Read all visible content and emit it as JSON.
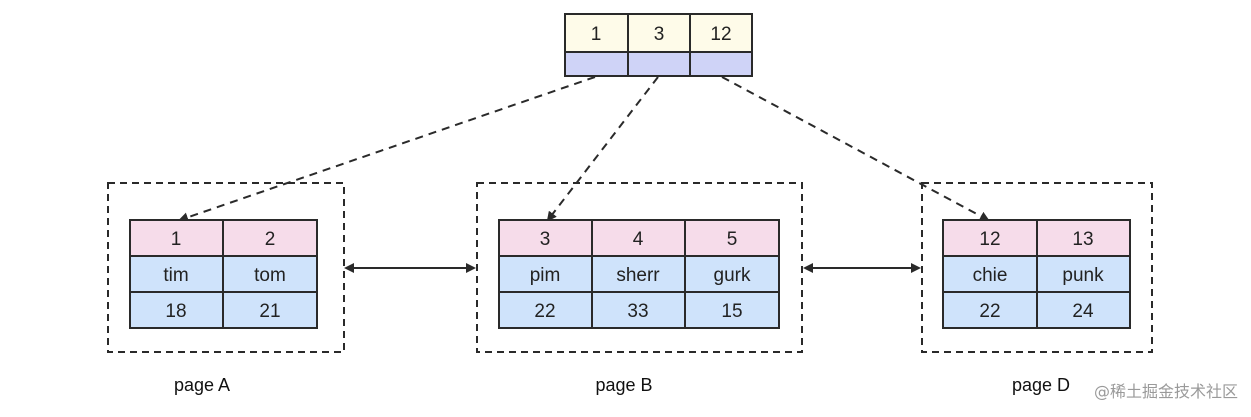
{
  "colors": {
    "root_key_fill": "#fefbe9",
    "root_ptr_fill": "#cfd3f7",
    "key_row_fill": "#f6dcea",
    "data_row_fill": "#cfe3fb",
    "line": "#2a2a2a"
  },
  "root": {
    "keys": [
      "1",
      "3",
      "12"
    ]
  },
  "pages": [
    {
      "id": "page-a",
      "label": "page A",
      "keys": [
        "1",
        "2"
      ],
      "names": [
        "tim",
        "tom"
      ],
      "values": [
        "18",
        "21"
      ]
    },
    {
      "id": "page-b",
      "label": "page B",
      "keys": [
        "3",
        "4",
        "5"
      ],
      "names": [
        "pim",
        "sherr",
        "gurk"
      ],
      "values": [
        "22",
        "33",
        "15"
      ]
    },
    {
      "id": "page-d",
      "label": "page D",
      "keys": [
        "12",
        "13"
      ],
      "names": [
        "chie",
        "punk"
      ],
      "values": [
        "22",
        "24"
      ]
    }
  ],
  "watermark": "@稀土掘金技术社区"
}
